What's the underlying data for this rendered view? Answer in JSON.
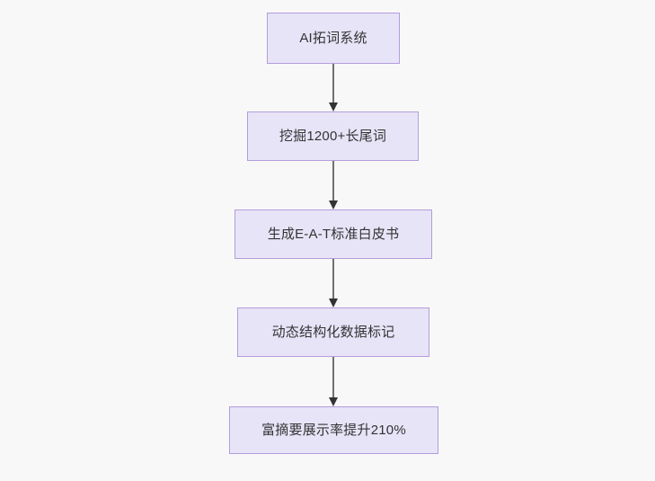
{
  "diagram": {
    "type": "flowchart",
    "orientation": "top-to-bottom",
    "background_color": "#f8f8f8",
    "node_fill_color": "#e8e4f8",
    "node_border_color": "#b39ddb",
    "node_text_color": "#333333",
    "edge_color": "#707070",
    "nodes": [
      {
        "id": "n1",
        "label": "AI拓词系统"
      },
      {
        "id": "n2",
        "label": "挖掘1200+长尾词"
      },
      {
        "id": "n3",
        "label": "生成E-A-T标准白皮书"
      },
      {
        "id": "n4",
        "label": "动态结构化数据标记"
      },
      {
        "id": "n5",
        "label": "富摘要展示率提升210%"
      }
    ],
    "edges": [
      {
        "from": "n1",
        "to": "n2"
      },
      {
        "from": "n2",
        "to": "n3"
      },
      {
        "from": "n3",
        "to": "n4"
      },
      {
        "from": "n4",
        "to": "n5"
      }
    ]
  }
}
